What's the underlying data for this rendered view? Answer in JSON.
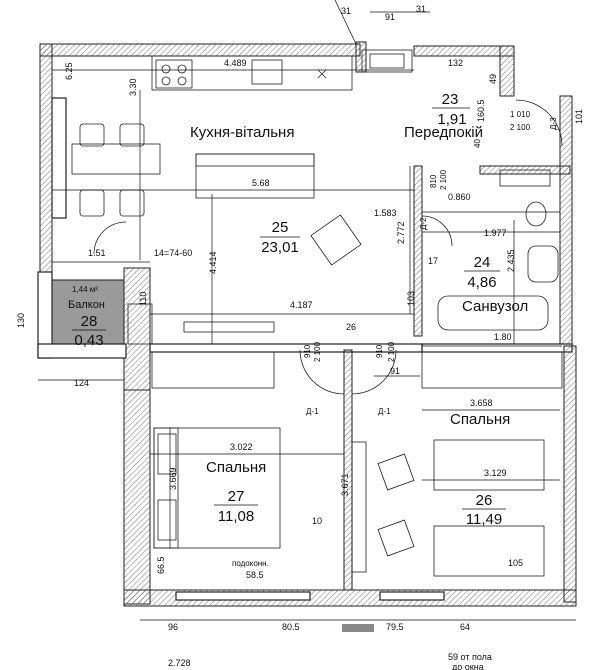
{
  "rooms": {
    "kitchen": {
      "name": "Кухня-вітальня",
      "number": "25",
      "area": "23,01"
    },
    "hall": {
      "name": "Передпокій",
      "number": "23",
      "area": "1,91"
    },
    "bath": {
      "name": "Санвузол",
      "number": "24",
      "area": "4,86"
    },
    "balcony": {
      "name": "Балкон",
      "number": "28",
      "area": "0,43",
      "gross": "1,44 м²"
    },
    "bedroom_left": {
      "name": "Спальня",
      "number": "27",
      "area": "11,08"
    },
    "bedroom_right": {
      "name": "Спальня",
      "number": "26",
      "area": "11,49"
    }
  },
  "dimensions": {
    "d31a": "31",
    "d91top": "91",
    "d31b": "31",
    "d6_25": "6.25",
    "d3_30": "3.30",
    "d4_489": "4.489",
    "d132": "132",
    "d49": "49",
    "d160_5": "160.5",
    "d1010": "1 010",
    "d2100a": "2 100",
    "d101": "101",
    "d3_door": "Д-3",
    "d40": "40",
    "d810": "810",
    "d2100b": "2 100",
    "d0_860": "0.860",
    "d5_68": "5.68",
    "d1_583": "1.583",
    "d2_772": "2.772",
    "d2_door": "Д-2",
    "d1_977": "1.977",
    "d2_435": "2.435",
    "d1_51": "1.51",
    "d14": "14=74-60",
    "d4_414": "4.414",
    "d17": "17",
    "d110": "110",
    "d130": "130",
    "d4_187": "4.187",
    "d103": "103",
    "d26": "26",
    "d1_80": "1.80",
    "d910a": "910",
    "d2100c": "2 100",
    "d910b": "910",
    "d2100d": "2 100",
    "d124": "124",
    "d91mid": "91",
    "d1door_a": "Д-1",
    "d1door_b": "Д-1",
    "d3_658": "3.658",
    "d3_022": "3.022",
    "d3_669": "3.669",
    "d3_671": "3.671",
    "d3_129": "3.129",
    "d10": "10",
    "d66_5": "66.5",
    "d105": "105",
    "sill": "подоконн.",
    "d58_5": "58.5",
    "d96": "96",
    "d80_5": "80.5",
    "d79_5": "79.5",
    "d64": "64"
  },
  "footer": {
    "left": "2.728",
    "right_line1": "59 от пола",
    "right_line2": "до окна"
  },
  "colors": {
    "balcony_fill": "#9a9a9a",
    "wall_stroke": "#222222"
  }
}
